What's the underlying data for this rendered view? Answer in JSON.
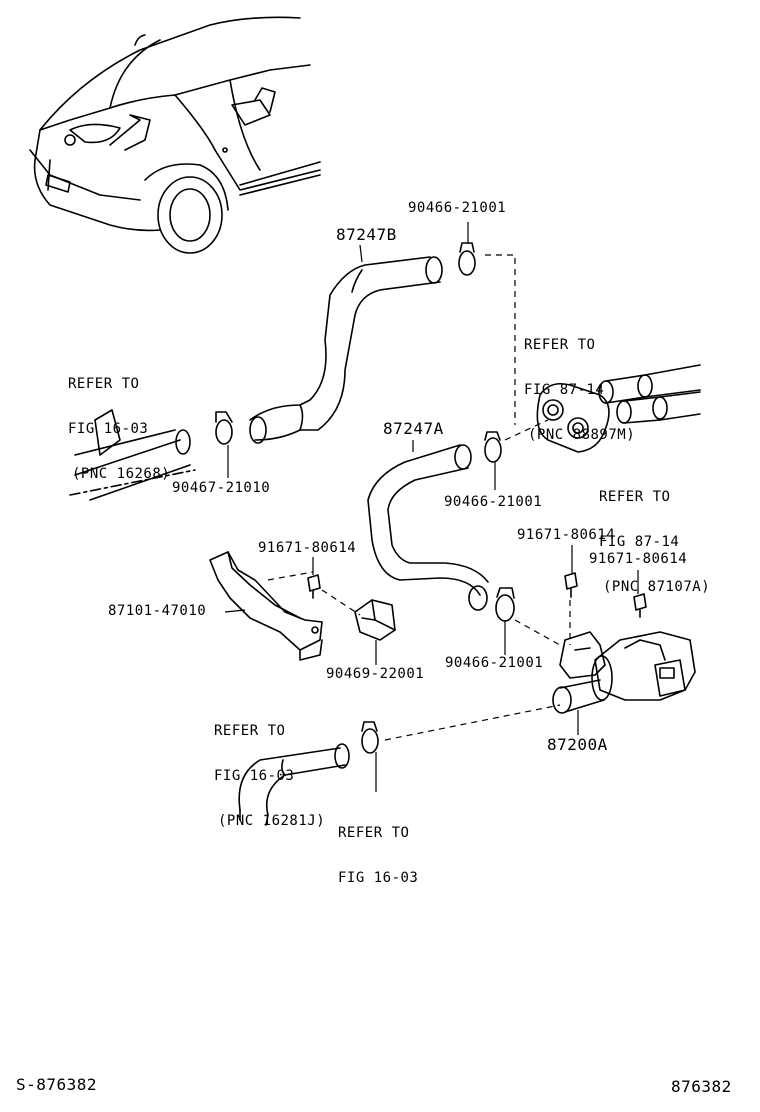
{
  "diagram": {
    "part_numbers": {
      "hose_upper": "87247B",
      "hose_lower": "87247A",
      "valve": "87200A",
      "bracket": "87101-47010",
      "clamp_top": "90466-21001",
      "clamp_left": "90467-21010",
      "clamp_mid": "90466-21001",
      "clamp_valve": "90466-21001",
      "clip": "90469-22001",
      "bolt_left": "91671-80614",
      "bolt_mid": "91671-80614",
      "bolt_right": "91671-80614"
    },
    "references": {
      "left": [
        "REFER TO",
        "FIG 16-03",
        "(PNC 16268)"
      ],
      "grommet": [
        "REFER TO",
        "FIG 87-14",
        "(PNC 88897M)"
      ],
      "pipes": [
        "REFER TO",
        "FIG 87-14",
        "(PNC 87107A)"
      ],
      "bottom_left": [
        "REFER TO",
        "FIG 16-03",
        "(PNC 16281J)"
      ],
      "bottom_mid": [
        "REFER TO",
        "FIG 16-03"
      ]
    },
    "footer": {
      "left_code": "S-876382",
      "right_code": "876382"
    }
  }
}
